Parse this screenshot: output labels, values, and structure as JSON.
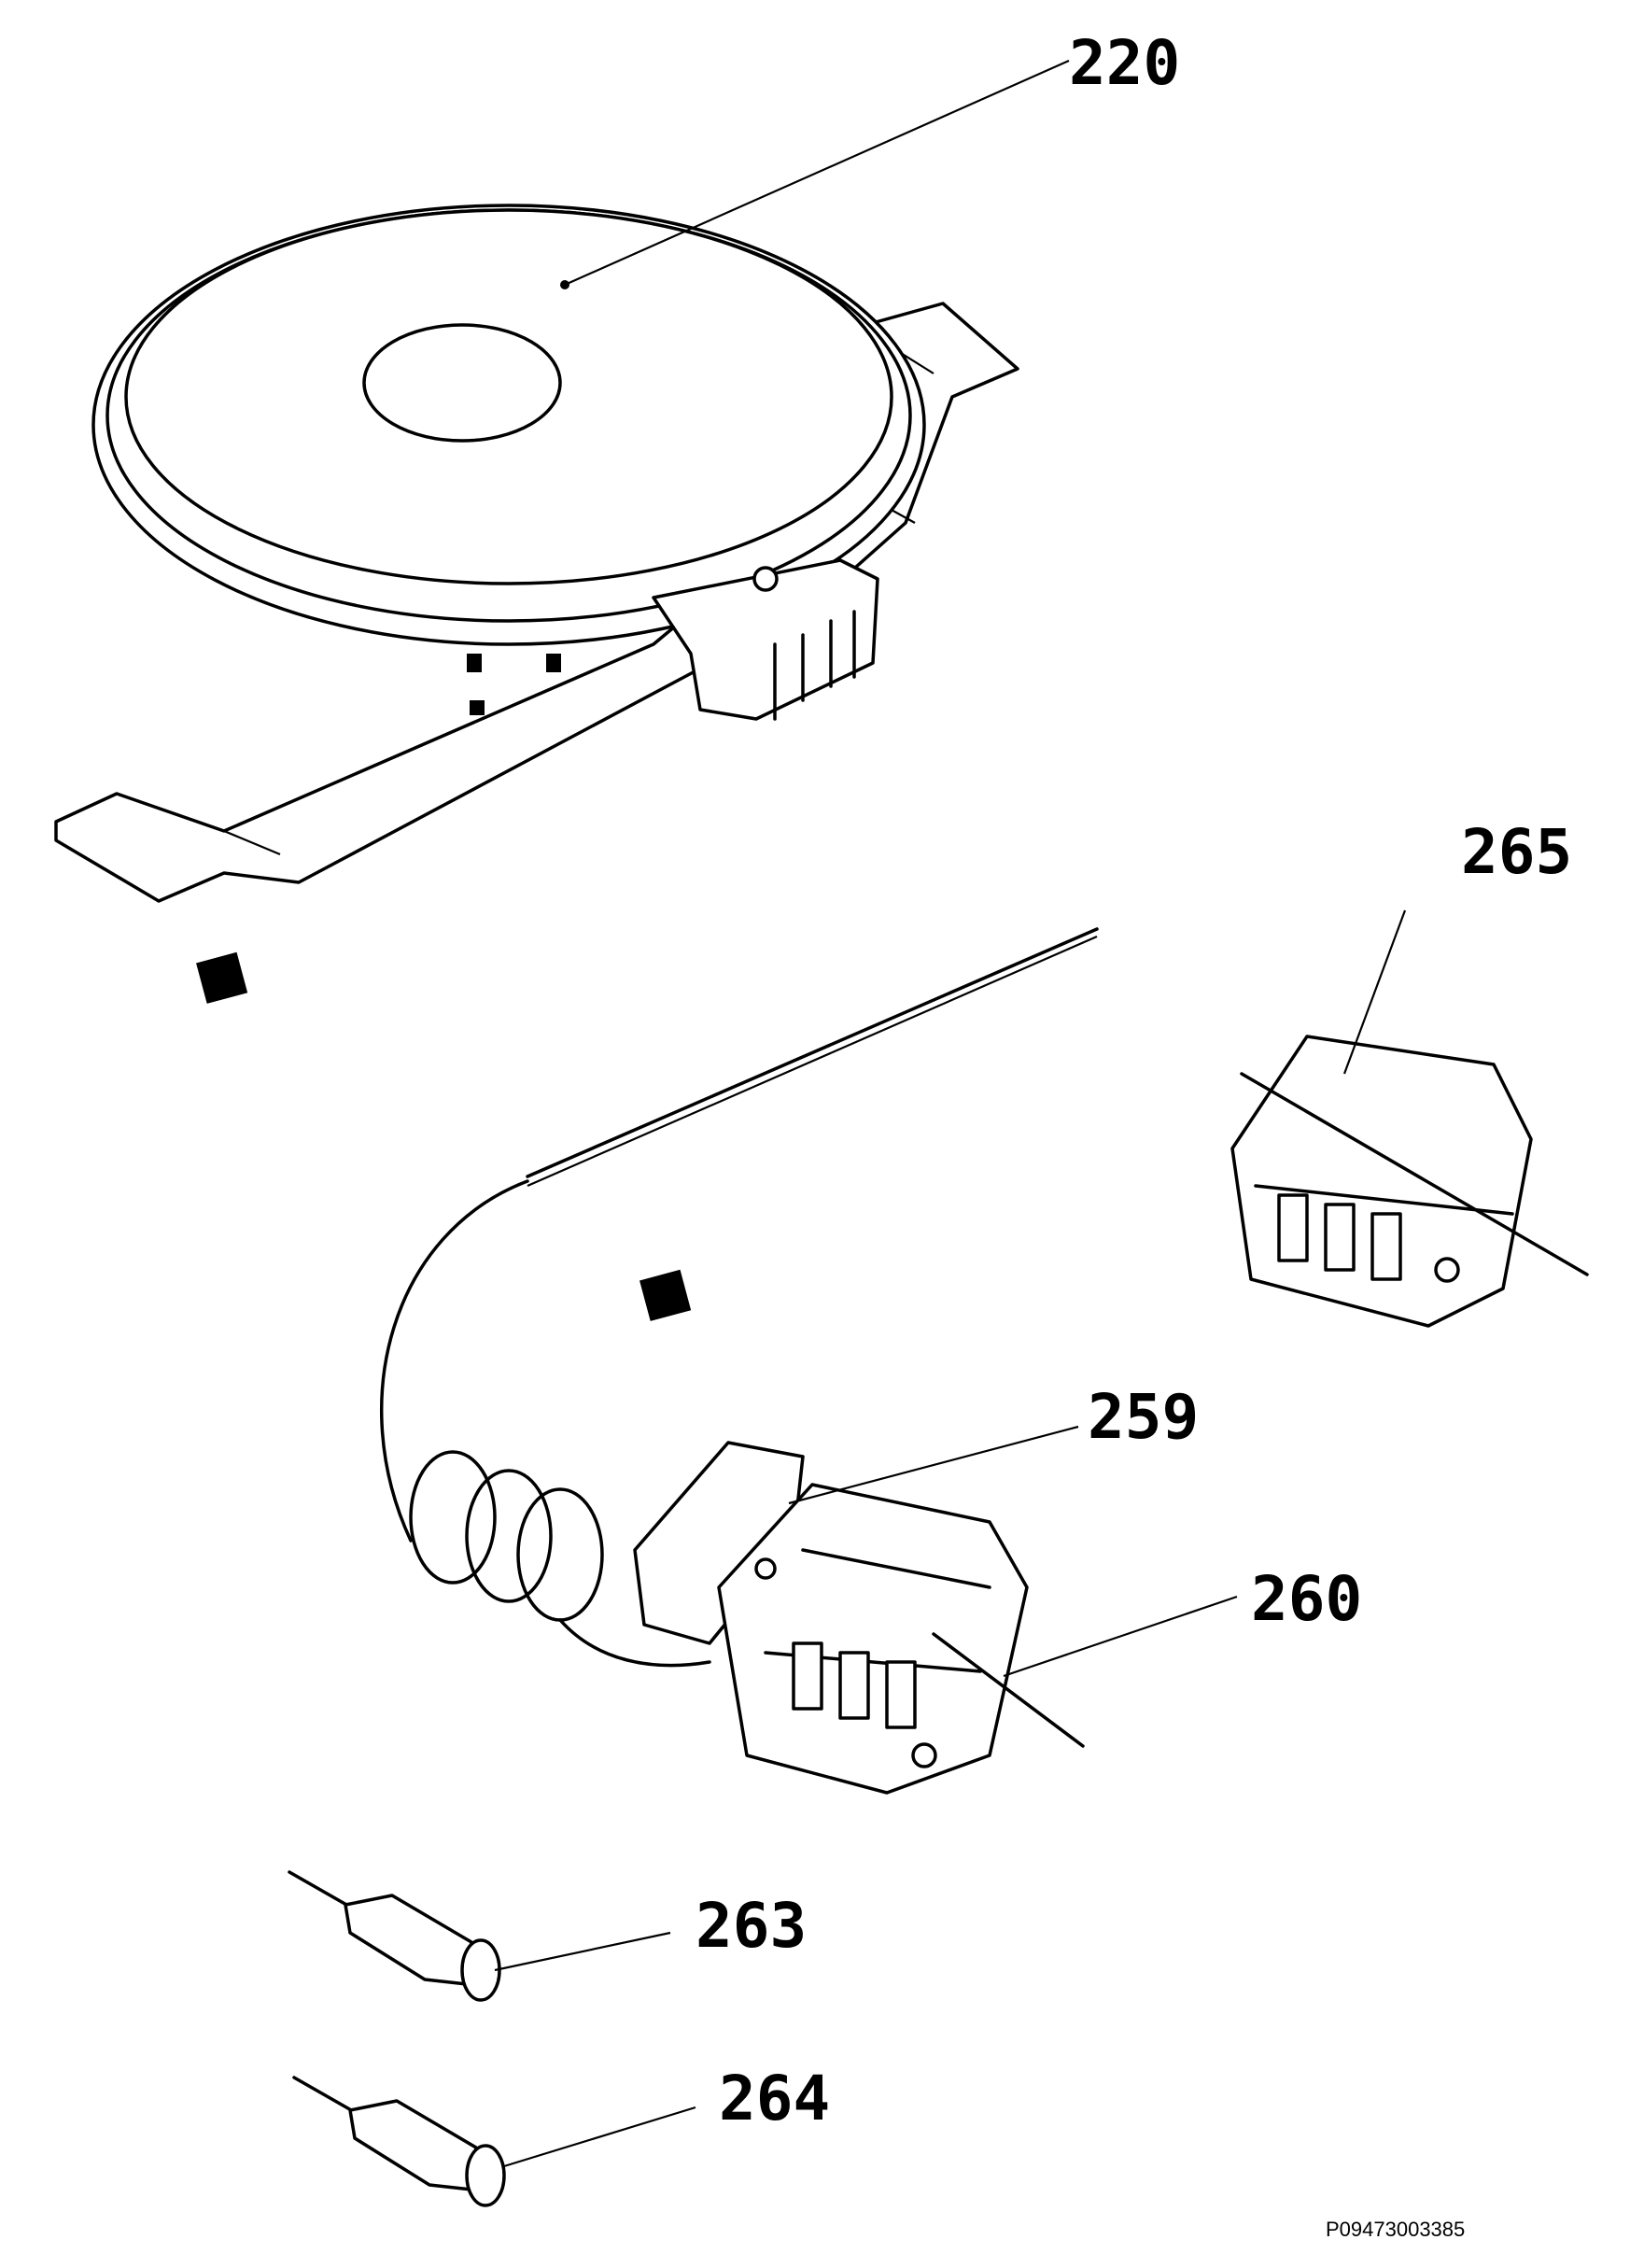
{
  "diagram": {
    "callouts": [
      {
        "id": "220",
        "label": "220"
      },
      {
        "id": "265",
        "label": "265"
      },
      {
        "id": "259",
        "label": "259"
      },
      {
        "id": "260",
        "label": "260"
      },
      {
        "id": "263",
        "label": "263"
      },
      {
        "id": "264",
        "label": "264"
      }
    ],
    "reference": "P09473003385"
  },
  "colors": {
    "ink": "#000000",
    "background": "#ffffff"
  }
}
